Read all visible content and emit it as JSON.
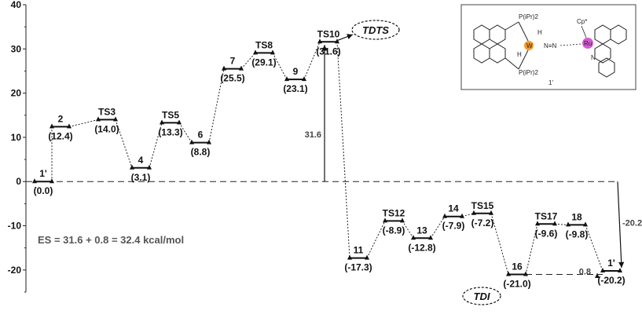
{
  "chart_data": {
    "type": "line",
    "title": "",
    "xlabel": "",
    "ylabel": "",
    "ylim": [
      -25,
      40
    ],
    "yticks": [
      -20,
      -10,
      0,
      10,
      20,
      30,
      40
    ],
    "grid": false,
    "states": [
      {
        "name": "1'",
        "value": 0.0,
        "label": "(0.0)"
      },
      {
        "name": "2",
        "value": 12.4,
        "label": "(12.4)"
      },
      {
        "name": "TS3",
        "value": 14.0,
        "label": "(14.0)"
      },
      {
        "name": "4",
        "value": 3.1,
        "label": "(3.1)"
      },
      {
        "name": "TS5",
        "value": 13.3,
        "label": "(13.3)"
      },
      {
        "name": "6",
        "value": 8.8,
        "label": "(8.8)"
      },
      {
        "name": "7",
        "value": 25.5,
        "label": "(25.5)"
      },
      {
        "name": "TS8",
        "value": 29.1,
        "label": "(29.1)"
      },
      {
        "name": "9",
        "value": 23.1,
        "label": "(23.1)"
      },
      {
        "name": "TS10",
        "value": 31.6,
        "label": "(31.6)"
      },
      {
        "name": "11",
        "value": -17.3,
        "label": "(-17.3)"
      },
      {
        "name": "TS12",
        "value": -8.9,
        "label": "(-8.9)"
      },
      {
        "name": "13",
        "value": -12.8,
        "label": "(-12.8)"
      },
      {
        "name": "14",
        "value": -7.9,
        "label": "(-7.9)"
      },
      {
        "name": "TS15",
        "value": -7.2,
        "label": "(-7.2)"
      },
      {
        "name": "16",
        "value": -21.0,
        "label": "(-21.0)"
      },
      {
        "name": "TS17",
        "value": -9.6,
        "label": "(-9.6)"
      },
      {
        "name": "18",
        "value": -9.8,
        "label": "(-9.8)"
      },
      {
        "name": "1'",
        "value": -20.2,
        "label": "(-20.2)"
      }
    ],
    "annotations": {
      "tdts": "TDTS",
      "tdi": "TDI",
      "arrow_up_value": "31.6",
      "arrow_down_value": "-20.2",
      "small_gap_value": "0.8",
      "es_text": "ES = 31.6 + 0.8 = 32.4 kcal/mol"
    },
    "inset": {
      "caption": "1'",
      "p_upper": "P(iPr)2",
      "p_lower": "P(iPr)2",
      "metal_left": "W",
      "metal_right": "Ru",
      "cp": "Cp*",
      "h1": "H",
      "h2": "H",
      "n_link": "N≡N",
      "n_atom": "N"
    },
    "colors": {
      "metal_left": "#f39a2a",
      "metal_right": "#d35bd3",
      "n_link": "#3a3acc"
    }
  }
}
